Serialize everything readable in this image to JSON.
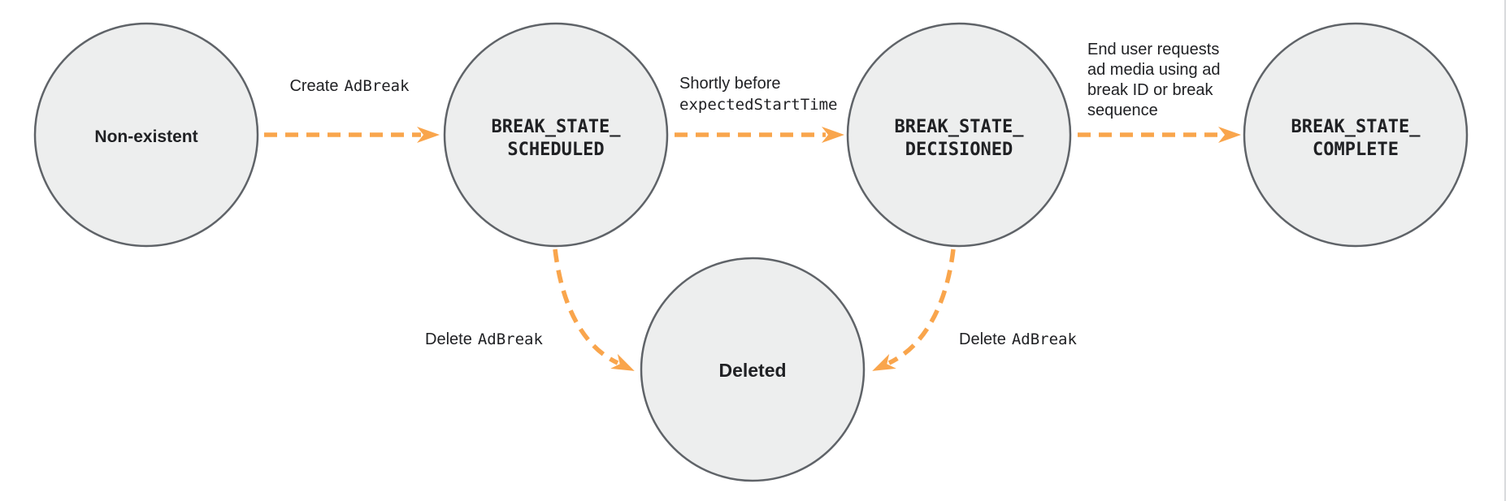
{
  "colors": {
    "arrow": "#f9a54c",
    "node_fill": "#edeeee",
    "node_stroke": "#5f6368",
    "text": "#202124",
    "right_border": "#d8dadc"
  },
  "nodes": {
    "non_existent": {
      "label": "Non-existent"
    },
    "scheduled": {
      "line1": "BREAK_STATE_",
      "line2": "SCHEDULED"
    },
    "decisioned": {
      "line1": "BREAK_STATE_",
      "line2": "DECISIONED"
    },
    "complete": {
      "line1": "BREAK_STATE_",
      "line2": "COMPLETE"
    },
    "deleted": {
      "label": "Deleted"
    }
  },
  "edges": {
    "create": {
      "action": "Create",
      "code": "AdBreak"
    },
    "decision": {
      "line1": "Shortly before",
      "code": "expectedStartTime"
    },
    "complete_request": {
      "line1": "End user requests",
      "line2": "ad media using ad",
      "line3": "break ID or break",
      "line4": "sequence"
    },
    "delete_from_scheduled": {
      "action": "Delete",
      "code": "AdBreak"
    },
    "delete_from_decisioned": {
      "action": "Delete",
      "code": "AdBreak"
    }
  }
}
